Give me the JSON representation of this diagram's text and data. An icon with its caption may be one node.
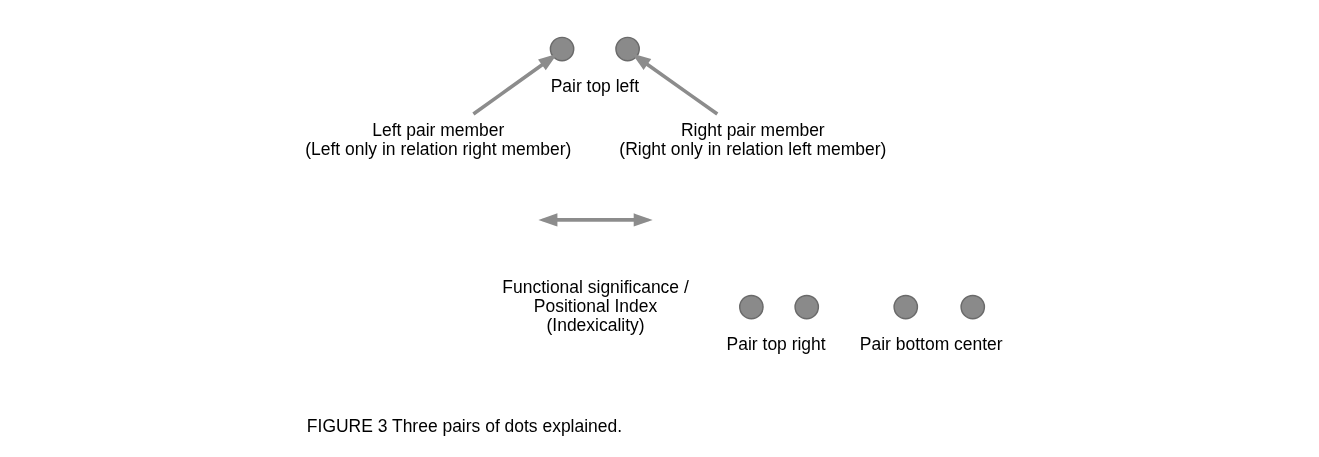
{
  "diagram": {
    "caption": "FIGURE 3 Three pairs of dots explained.",
    "nodes": [
      {
        "text": [],
        "shape": "circle"
      },
      {
        "text": [],
        "shape": "circle"
      },
      {
        "text": [],
        "shape": "circle"
      },
      {
        "text": [],
        "shape": "circle"
      },
      {
        "text": [
          "Left pair member",
          "(Left only in relation right member)"
        ]
      },
      {
        "text": [
          "Right pair member",
          "(Right only in relation left member)"
        ]
      },
      {
        "text": [],
        "shape": "circle"
      },
      {
        "text": [],
        "shape": "circle"
      }
    ],
    "edges": [
      {
        "from": 4,
        "to": 0,
        "arrow": "to"
      },
      {
        "from": 5,
        "to": 1,
        "arrow": "to"
      }
    ],
    "labels": [
      "Pair top left",
      "Pair top right",
      "Functional significance / Positional Index (Indexicality)",
      "Pair bottom center"
    ]
  }
}
